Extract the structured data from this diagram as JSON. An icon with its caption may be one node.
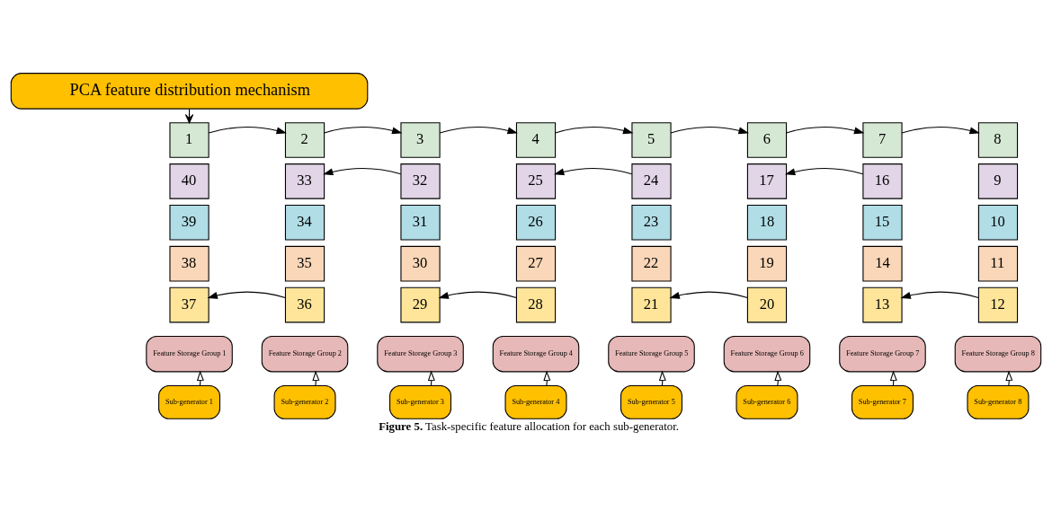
{
  "diagram": {
    "caption": "**Figure 5.** Task-specific feature allocation for each sub-generator.",
    "nodes": [
      {
        "text": [
          "PCA feature distribution mechanism"
        ]
      },
      {
        "text": [
          "1"
        ]
      },
      {
        "text": [
          "2"
        ]
      },
      {
        "text": [
          "3"
        ]
      },
      {
        "text": [
          "4"
        ]
      },
      {
        "text": [
          "5"
        ]
      },
      {
        "text": [
          "6"
        ]
      },
      {
        "text": [
          "7"
        ]
      },
      {
        "text": [
          "8"
        ]
      },
      {
        "text": [
          "40"
        ]
      },
      {
        "text": [
          "33"
        ]
      },
      {
        "text": [
          "32"
        ]
      },
      {
        "text": [
          "25"
        ]
      },
      {
        "text": [
          "24"
        ]
      },
      {
        "text": [
          "17"
        ]
      },
      {
        "text": [
          "16"
        ]
      },
      {
        "text": [
          "9"
        ]
      },
      {
        "text": [
          "39"
        ]
      },
      {
        "text": [
          "34"
        ]
      },
      {
        "text": [
          "31"
        ]
      },
      {
        "text": [
          "26"
        ]
      },
      {
        "text": [
          "23"
        ]
      },
      {
        "text": [
          "18"
        ]
      },
      {
        "text": [
          "15"
        ]
      },
      {
        "text": [
          "10"
        ]
      },
      {
        "text": [
          "38"
        ]
      },
      {
        "text": [
          "35"
        ]
      },
      {
        "text": [
          "30"
        ]
      },
      {
        "text": [
          "27"
        ]
      },
      {
        "text": [
          "22"
        ]
      },
      {
        "text": [
          "19"
        ]
      },
      {
        "text": [
          "14"
        ]
      },
      {
        "text": [
          "11"
        ]
      },
      {
        "text": [
          "37"
        ]
      },
      {
        "text": [
          "36"
        ]
      },
      {
        "text": [
          "29"
        ]
      },
      {
        "text": [
          "28"
        ]
      },
      {
        "text": [
          "21"
        ]
      },
      {
        "text": [
          "20"
        ]
      },
      {
        "text": [
          "13"
        ]
      },
      {
        "text": [
          "12"
        ]
      },
      {
        "text": [
          "Feature Storage Group 1"
        ]
      },
      {
        "text": [
          "Feature Storage Group 2"
        ]
      },
      {
        "text": [
          "Feature Storage Group 3"
        ]
      },
      {
        "text": [
          "Feature Storage Group 4"
        ]
      },
      {
        "text": [
          "Feature Storage Group 5"
        ]
      },
      {
        "text": [
          "Feature Storage Group 6"
        ]
      },
      {
        "text": [
          "Feature Storage Group 7"
        ]
      },
      {
        "text": [
          "Feature Storage Group 8"
        ]
      },
      {
        "text": [
          "Sub-generator 1"
        ]
      },
      {
        "text": [
          "Sub-generator 2"
        ]
      },
      {
        "text": [
          "Sub-generator 3"
        ]
      },
      {
        "text": [
          "Sub-generator 4"
        ]
      },
      {
        "text": [
          "Sub-generator 5"
        ]
      },
      {
        "text": [
          "Sub-generator 6"
        ]
      },
      {
        "text": [
          "Sub-generator 7"
        ]
      },
      {
        "text": [
          "Sub-generator 8"
        ]
      }
    ],
    "edges": [
      {
        "from": 0,
        "to": 1,
        "arrow": "to"
      },
      {
        "from": 1,
        "to": 2,
        "arrow": "to"
      },
      {
        "from": 2,
        "to": 3,
        "arrow": "to"
      },
      {
        "from": 3,
        "to": 4,
        "arrow": "to"
      },
      {
        "from": 4,
        "to": 5,
        "arrow": "to"
      },
      {
        "from": 5,
        "to": 6,
        "arrow": "to"
      },
      {
        "from": 6,
        "to": 7,
        "arrow": "to"
      },
      {
        "from": 7,
        "to": 8,
        "arrow": "to"
      },
      {
        "from": 40,
        "to": 39,
        "arrow": "to"
      },
      {
        "from": 15,
        "to": 14,
        "arrow": "to"
      },
      {
        "from": 38,
        "to": 37,
        "arrow": "to"
      },
      {
        "from": 13,
        "to": 12,
        "arrow": "to"
      },
      {
        "from": 36,
        "to": 35,
        "arrow": "to"
      },
      {
        "from": 11,
        "to": 10,
        "arrow": "to"
      },
      {
        "from": 34,
        "to": 33,
        "arrow": "to"
      },
      {
        "from": 49,
        "to": 41,
        "arrow": "to"
      },
      {
        "from": 50,
        "to": 42,
        "arrow": "to"
      },
      {
        "from": 51,
        "to": 43,
        "arrow": "to"
      },
      {
        "from": 52,
        "to": 44,
        "arrow": "to"
      },
      {
        "from": 53,
        "to": 45,
        "arrow": "to"
      },
      {
        "from": 54,
        "to": 46,
        "arrow": "to"
      },
      {
        "from": 55,
        "to": 47,
        "arrow": "to"
      },
      {
        "from": 56,
        "to": 48,
        "arrow": "to"
      }
    ]
  }
}
